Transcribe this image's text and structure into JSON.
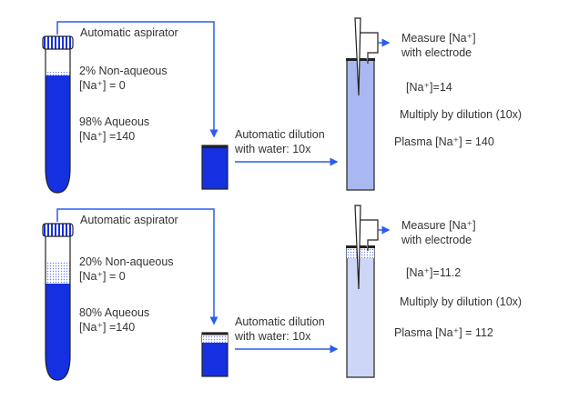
{
  "panels": [
    {
      "aspirator": "Automatic aspirator",
      "nonaqueous": "2% Non-aqueous",
      "nonaqueous_na": "[Na⁺] = 0",
      "aqueous": "98% Aqueous",
      "aqueous_na": "[Na⁺] =140",
      "dilution_1": "Automatic dilution",
      "dilution_2": "with water: 10x",
      "measure_1": "Measure [Na⁺]",
      "measure_2": "with electrode",
      "measured": "[Na⁺]=14",
      "multiply": "Multiply by dilution (10x)",
      "plasma": "Plasma [Na⁺] = 140",
      "nonaqueous_fraction": 0.02
    },
    {
      "aspirator": "Automatic aspirator",
      "nonaqueous": "20% Non-aqueous",
      "nonaqueous_na": "[Na⁺] = 0",
      "aqueous": "80% Aqueous",
      "aqueous_na": "[Na⁺] =140",
      "dilution_1": "Automatic dilution",
      "dilution_2": "with water: 10x",
      "measure_1": "Measure [Na⁺]",
      "measure_2": "with electrode",
      "measured": "[Na⁺]=11.2",
      "multiply": "Multiply by dilution (10x)",
      "plasma": "Plasma [Na⁺] = 112",
      "nonaqueous_fraction": 0.2
    }
  ],
  "colors": {
    "blue": "#1530e0",
    "line": "#2a5cf0",
    "light_blue": "#a9b8f0",
    "lighter_blue": "#cdd6f5"
  }
}
